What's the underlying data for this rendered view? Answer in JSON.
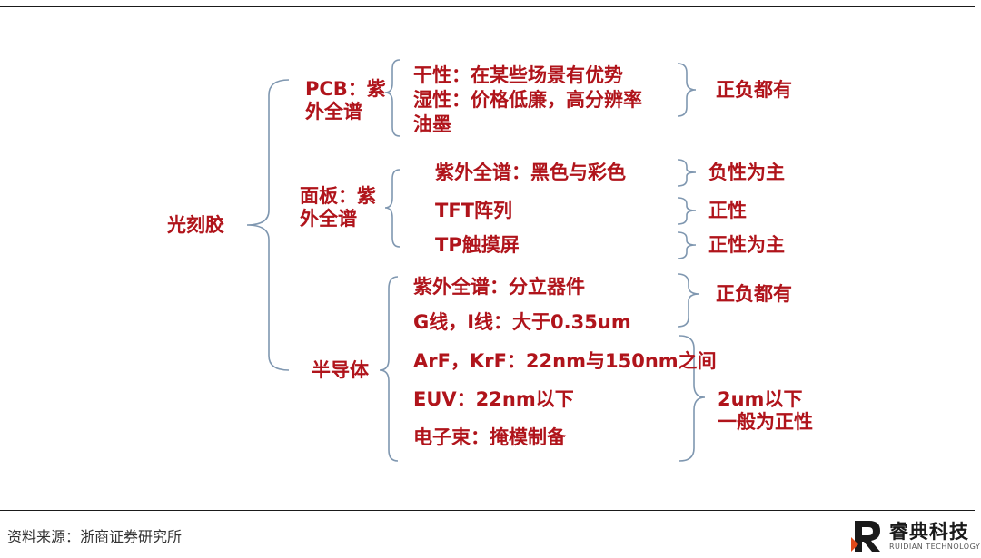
{
  "colors": {
    "node_text": "#b0141b",
    "bracket": "#7f97b0",
    "rule": "#1a1a1a"
  },
  "tree": {
    "root": "光刻胶",
    "branches": [
      {
        "label": "PCB：紫外全谱",
        "items": [
          "干性：在某些场景有优势",
          "湿性：价格低廉，高分辨率",
          "油墨"
        ],
        "outcomes": [
          "正负都有"
        ]
      },
      {
        "label": "面板：紫外全谱",
        "items": [
          "紫外全谱：黑色与彩色",
          "TFT阵列",
          "TP触摸屏"
        ],
        "outcomes": [
          "负性为主",
          "正性",
          "正性为主"
        ]
      },
      {
        "label": "半导体",
        "items": [
          "紫外全谱：分立器件",
          "G线，I线：大于0.35um",
          "ArF，KrF：22nm与150nm之间",
          "EUV：22nm以下",
          "电子束：掩模制备"
        ],
        "outcomes": [
          "正负都有",
          "2um以下一般为正性"
        ]
      }
    ]
  },
  "footer": {
    "source": "资料来源：浙商证券研究所",
    "brand_name": "睿典科技",
    "brand_sub": "RUIDIAN TECHNOLOGY",
    "logo_icon": "ruidian-logo-icon"
  }
}
